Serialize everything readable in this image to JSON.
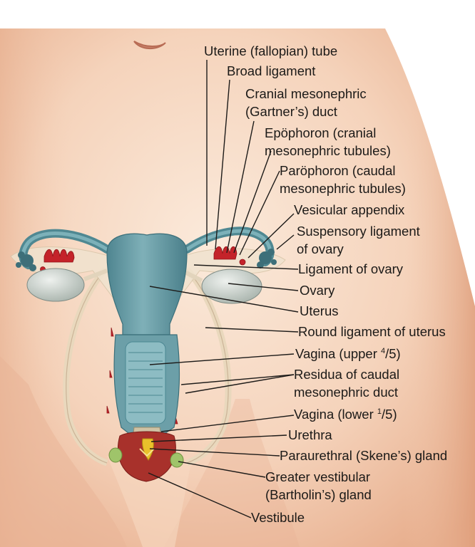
{
  "labels": {
    "uterine_tube": "Uterine (fallopian) tube",
    "broad_ligament": "Broad ligament",
    "gartner_line1": "Cranial mesonephric",
    "gartner_line2": "(Gartner’s) duct",
    "epoophoron_line1": "Epöphoron (cranial",
    "epoophoron_line2": "mesonephric tubules)",
    "paroophoron_line1": "Paröphoron (caudal",
    "paroophoron_line2": "mesonephric tubules)",
    "vesicular_appendix": "Vesicular appendix",
    "suspensory_line1": "Suspensory ligament",
    "suspensory_line2": "of ovary",
    "ligament_of_ovary": "Ligament of ovary",
    "ovary": "Ovary",
    "uterus": "Uterus",
    "round_ligament": "Round ligament of uterus",
    "vagina_upper_prefix": "Vagina (upper ",
    "vagina_upper_num": "4",
    "vagina_upper_den": "/5)",
    "residua_line1": "Residua of caudal",
    "residua_line2": "mesonephric duct",
    "vagina_lower_prefix": "Vagina (lower ",
    "vagina_lower_num": "1",
    "vagina_lower_den": "/5)",
    "urethra": "Urethra",
    "paraurethral": "Paraurethral (Skene’s) gland",
    "greater_vestibular_line1": "Greater vestibular",
    "greater_vestibular_line2": "(Bartholin’s) gland",
    "vestibule": "Vestibule"
  },
  "colors": {
    "skin_light": "#f8e2d0",
    "skin_mid": "#f0c3a6",
    "skin_dark": "#e3a583",
    "uterus_blue": "#6c9fa8",
    "uterus_dark": "#3f7480",
    "ovary_grey": "#cdd3cf",
    "ligament_tan": "#ecdcc4",
    "mesonephric_red": "#c4232a",
    "gland_green": "#9fc46a",
    "urethra_yellow": "#e9c12b",
    "text": "#1c1a18"
  }
}
